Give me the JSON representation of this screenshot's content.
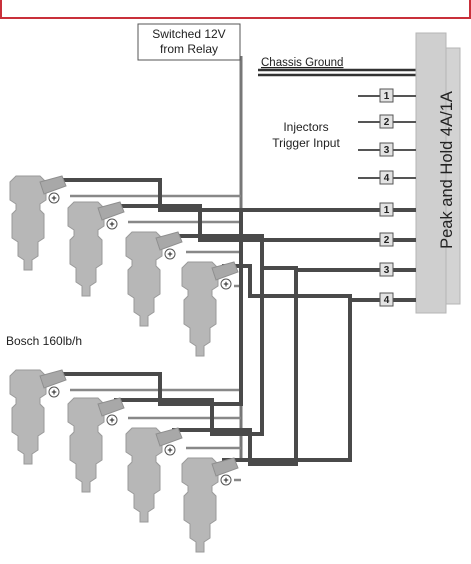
{
  "relay_label": {
    "line1": "Switched 12V",
    "line2": "from Relay"
  },
  "ground_label": "Chassis Ground",
  "controller_label": "Peak and Hold 4A/1A",
  "trigger_label": {
    "line1": "Injectors",
    "line2": "Trigger Input"
  },
  "trigger_terminals": [
    "1",
    "2",
    "3",
    "4"
  ],
  "output_terminals": [
    "1",
    "2",
    "3",
    "4"
  ],
  "injector_label": "Bosch 160lb/h",
  "polarity_symbol": "+",
  "colors": {
    "frame": "#c9303a",
    "wire": "#555555",
    "injector": "#b9b9b9",
    "controller": "#cfcfcf"
  }
}
